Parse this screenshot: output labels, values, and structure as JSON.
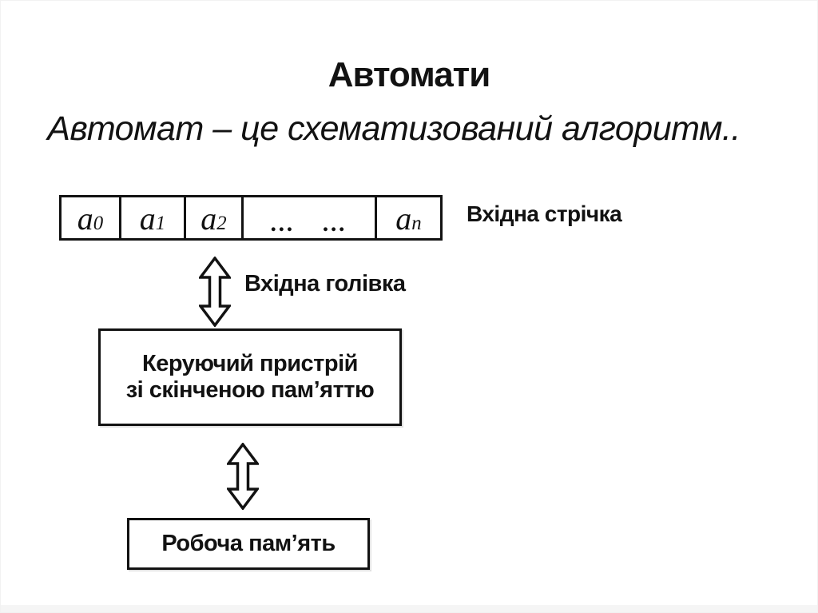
{
  "slide": {
    "title": "Автомати",
    "subtitle": "Автомат – це схематизований алгоритм.."
  },
  "diagram": {
    "tape": {
      "label": "Вхідна стрічка",
      "cells": [
        {
          "base": "a",
          "sub": "0"
        },
        {
          "base": "a",
          "sub": "1"
        },
        {
          "base": "a",
          "sub": "2"
        },
        {
          "base": "a",
          "sub": "n"
        }
      ],
      "dots": [
        "…",
        "…"
      ]
    },
    "head_label": "Вхідна голівка",
    "control_unit": {
      "line1": "Керуючий пристрій",
      "line2": "зі скінченою пам’яттю"
    },
    "memory": {
      "label": "Робоча пам’ять"
    },
    "colors": {
      "ink": "#121212",
      "background": "#ffffff"
    }
  }
}
